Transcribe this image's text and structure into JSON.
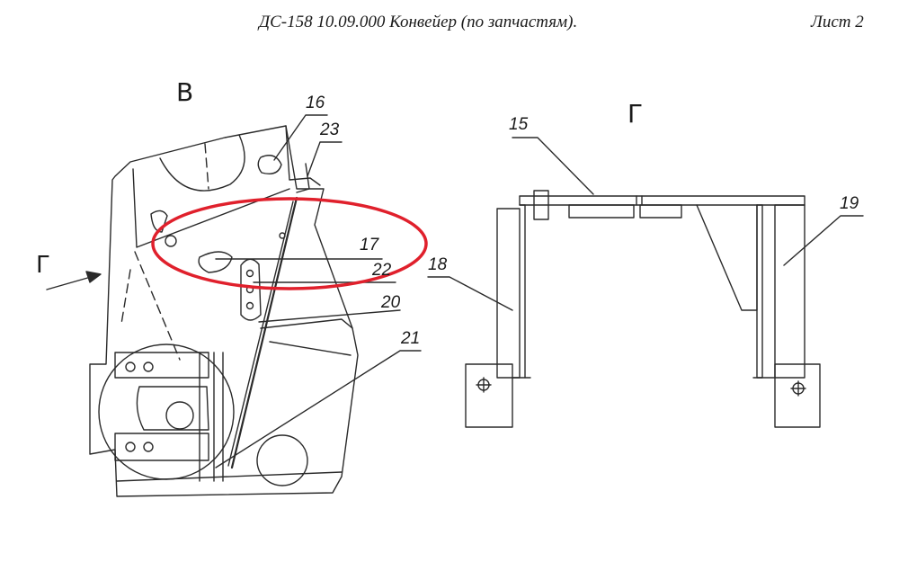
{
  "header": {
    "title": "ДС-158 10.09.000 Конвейер (по запчастям).",
    "sheet": "Лист 2"
  },
  "views": {
    "left_letter": "В",
    "right_letter": "Г",
    "arrow_letter": "Г"
  },
  "callouts": {
    "c15": "15",
    "c16": "16",
    "c17": "17",
    "c18": "18",
    "c19": "19",
    "c20": "20",
    "c21": "21",
    "c22": "22",
    "c23": "23"
  },
  "highlight": {
    "color": "#e0202c",
    "target": "17"
  },
  "colors": {
    "line": "#2a2a2a"
  }
}
